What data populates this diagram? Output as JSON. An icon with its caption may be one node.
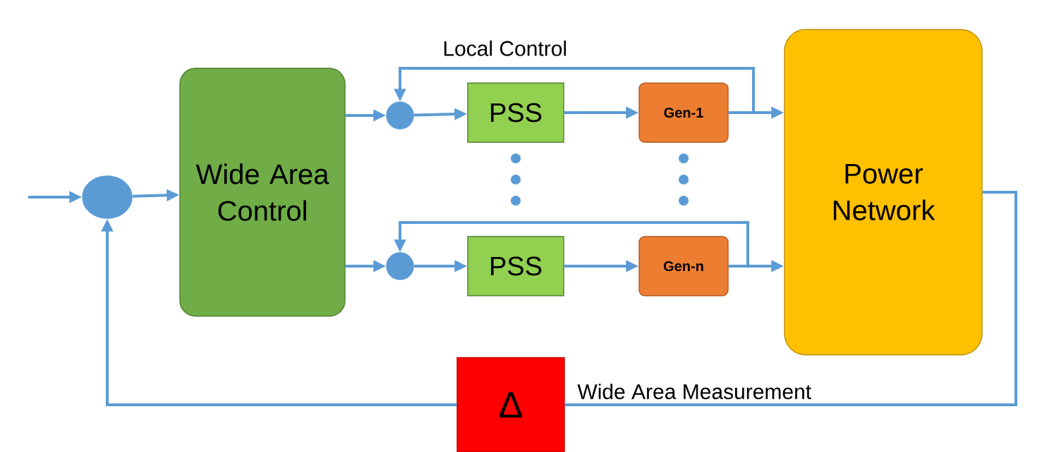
{
  "diagram": {
    "nodes": [
      {
        "text": [],
        "shape": "circle"
      },
      {
        "text": [
          "Wide Area Control"
        ]
      },
      {
        "text": [],
        "shape": "circle"
      },
      {
        "text": [
          "PSS"
        ]
      },
      {
        "text": [
          "Gen-1"
        ]
      },
      {
        "text": [],
        "shape": "circle"
      },
      {
        "text": [
          "PSS"
        ]
      },
      {
        "text": [
          "Gen-n"
        ]
      },
      {
        "text": [
          "Power Network"
        ]
      },
      {
        "text": [
          "Δ"
        ]
      }
    ],
    "edges": [
      {
        "from": null,
        "to": 0,
        "arrow": "to"
      },
      {
        "from": 0,
        "to": 1,
        "arrow": "to"
      },
      {
        "from": 1,
        "to": 2,
        "arrow": "to"
      },
      {
        "from": 1,
        "to": 5,
        "arrow": "to"
      },
      {
        "from": 2,
        "to": 3,
        "arrow": "to"
      },
      {
        "from": 3,
        "to": 4,
        "arrow": "to"
      },
      {
        "from": 4,
        "to": 8,
        "arrow": "to"
      },
      {
        "from": 4,
        "to": 2,
        "arrow": "to"
      },
      {
        "from": 5,
        "to": 6,
        "arrow": "to"
      },
      {
        "from": 6,
        "to": 7,
        "arrow": "to"
      },
      {
        "from": 7,
        "to": 8,
        "arrow": "to"
      },
      {
        "from": 7,
        "to": 5,
        "arrow": "to"
      },
      {
        "from": 8,
        "to": 9,
        "arrow": "none"
      },
      {
        "from": 9,
        "to": 0,
        "arrow": "to"
      }
    ],
    "labels": [
      "Local Control",
      "Wide Area Measurement"
    ]
  }
}
